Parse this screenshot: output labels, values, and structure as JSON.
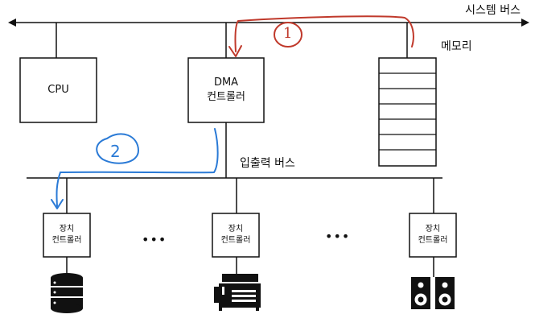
{
  "system_bus_label": "시스템 버스",
  "io_bus_label": "입출력 버스",
  "memory_label": "메모리",
  "cpu_label": "CPU",
  "dma": {
    "line1": "DMA",
    "line2": "컨트롤러"
  },
  "device_controllers": [
    {
      "line1": "장치",
      "line2": "컨트롤러"
    },
    {
      "line1": "장치",
      "line2": "컨트롤러"
    },
    {
      "line1": "장치",
      "line2": "컨트롤러"
    }
  ],
  "ellipsis": "•••",
  "annotations": {
    "step1": {
      "text": "1",
      "color": "#c0392b"
    },
    "step2": {
      "text": "2",
      "color": "#2a7ad6"
    }
  },
  "device_icons": [
    "database-icon",
    "printer-icon",
    "speaker-icon"
  ]
}
